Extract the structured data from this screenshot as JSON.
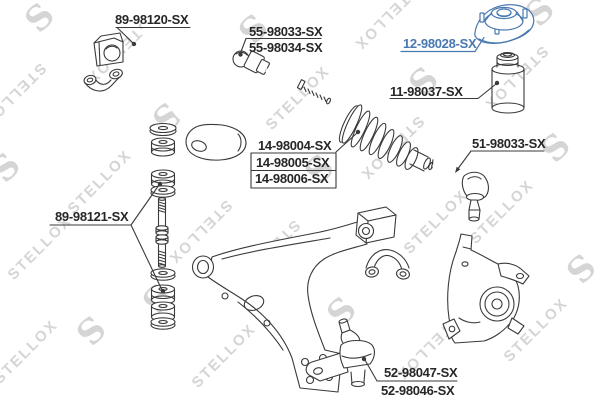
{
  "brand": {
    "watermark_text": "STELLOX",
    "watermark_logo": "S"
  },
  "colors": {
    "background": "#ffffff",
    "line": "#3a3a3a",
    "label_text": "#262626",
    "highlight": "#4878b0",
    "watermark": "#d5d5d5"
  },
  "labels": {
    "stabilizer_bushing": "89-98120-SX",
    "inner_tie_rod_top": "55-98033-SX",
    "inner_tie_rod_bottom": "55-98034-SX",
    "strut_mount": "12-98028-SX",
    "bump_stop": "11-98037-SX",
    "tie_rod_end": "51-98033-SX",
    "rack_boot_top": "14-98004-SX",
    "rack_boot_middle": "14-98005-SX",
    "rack_boot_bottom": "14-98006-SX",
    "stabilizer_link": "89-98121-SX",
    "ball_joint_top": "52-98047-SX",
    "ball_joint_bottom": "52-98046-SX"
  },
  "highlighted_part": "12-98028-SX"
}
